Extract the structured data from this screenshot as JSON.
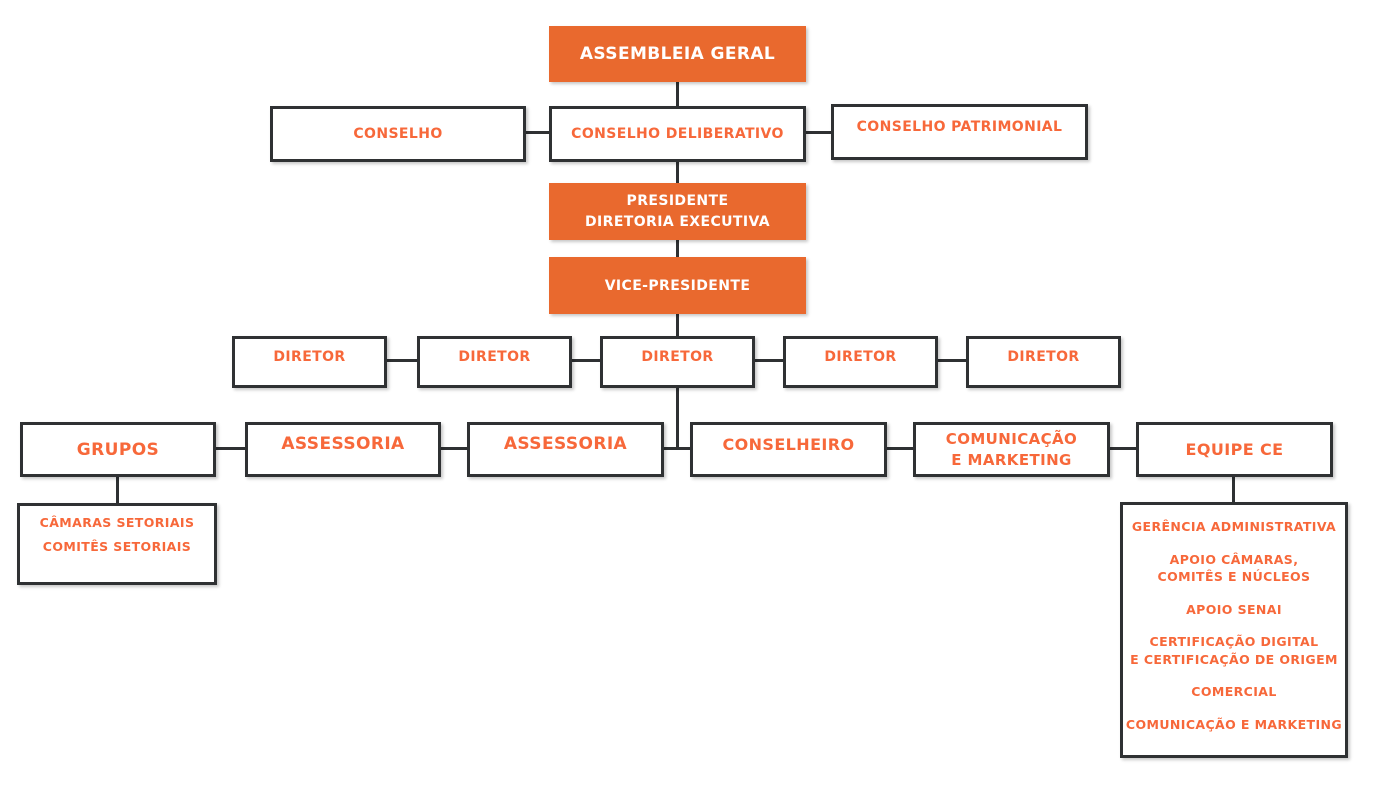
{
  "colors": {
    "orange_fill": "#E9692E",
    "orange_text": "#F7683A",
    "line_color": "#2F3133",
    "background": "#FFFFFF"
  },
  "org_chart": {
    "assembleia_geral": "ASSEMBLEIA GERAL",
    "conselho": "CONSELHO",
    "conselho_deliberativo": "CONSELHO DELIBERATIVO",
    "conselho_patrimonial": "CONSELHO PATRIMONIAL",
    "presidente": [
      "PRESIDENTE",
      "DIRETORIA EXECUTIVA"
    ],
    "vice_presidente": "VICE-PRESIDENTE",
    "diretores": [
      "DIRETOR",
      "DIRETOR",
      "DIRETOR",
      "DIRETOR",
      "DIRETOR"
    ],
    "grupos": "GRUPOS",
    "assessoria_1": "ASSESSORIA",
    "assessoria_2": "ASSESSORIA",
    "conselheiro": "CONSELHEIRO",
    "comunicacao_marketing": [
      "COMUNICAÇÃO",
      "E MARKETING"
    ],
    "equipe_ce": "EQUIPE CE",
    "grupos_detalhes": [
      "CÂMARAS SETORIAIS",
      "COMITÊS SETORIAIS"
    ],
    "equipe_ce_detalhes": [
      [
        "GERÊNCIA ADMINISTRATIVA"
      ],
      [
        "APOIO CÂMARAS,",
        "COMITÊS E NÚCLEOS"
      ],
      [
        "APOIO SENAI"
      ],
      [
        "CERTIFICAÇÃO DIGITAL",
        "E CERTIFICAÇÃO DE ORIGEM"
      ],
      [
        "COMERCIAL"
      ],
      [
        "COMUNICAÇÃO E MARKETING"
      ]
    ]
  }
}
